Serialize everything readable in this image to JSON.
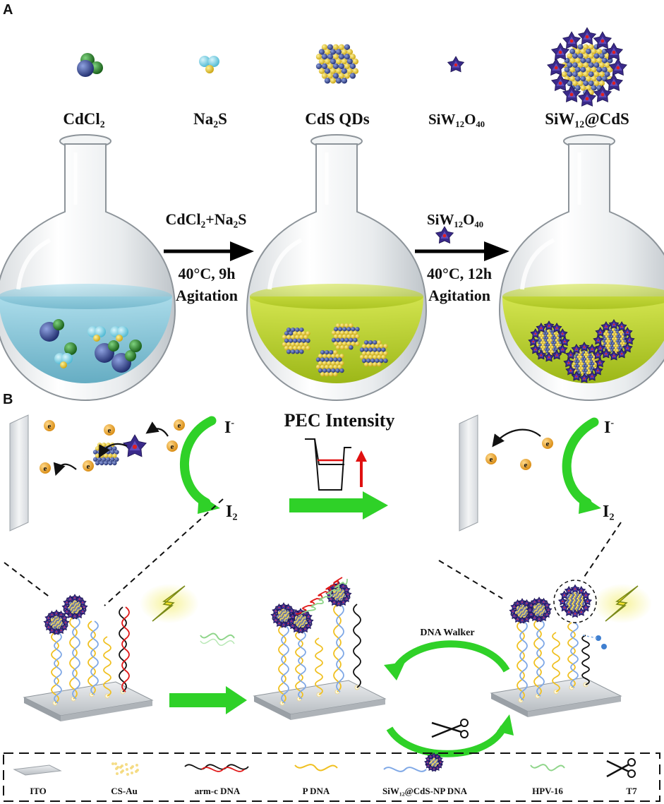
{
  "panel_a": {
    "label": "A",
    "compound_1": "CdCl₂",
    "compound_2": "Na₂S",
    "compound_3": "CdS QDs",
    "compound_4": "SiW₁₂O₄₀",
    "compound_5": "SiW₁₂@CdS",
    "step_1": {
      "reagent": "CdCl₂+Na₂S",
      "conditions": "40°C, 9h",
      "action": "Agitation"
    },
    "step_2": {
      "reagent": "SiW₁₂O₄₀",
      "conditions": "40°C, 12h",
      "action": "Agitation"
    }
  },
  "panel_b": {
    "label": "B",
    "electron_symbol": "e",
    "iodide": "I",
    "iodide_charge": "-",
    "iodine": "I₂",
    "pec_title": "PEC Intensity",
    "walker_label": "DNA Walker"
  },
  "legend": {
    "items": [
      "ITO",
      "CS-Au",
      "arm-c DNA",
      "P DNA",
      "SiW₁₂@CdS-NP DNA",
      "HPV-16",
      "T7"
    ]
  },
  "colors": {
    "liquid_blue": "#7fc4d6",
    "liquid_yellow": "#b4cc17",
    "green_arrow": "#2fd128",
    "pom_purple": "#3a2a8a",
    "qd_yellow": "#f0d53a",
    "qd_blue": "#2b3f8c",
    "electron_orange": "#f1b030"
  }
}
